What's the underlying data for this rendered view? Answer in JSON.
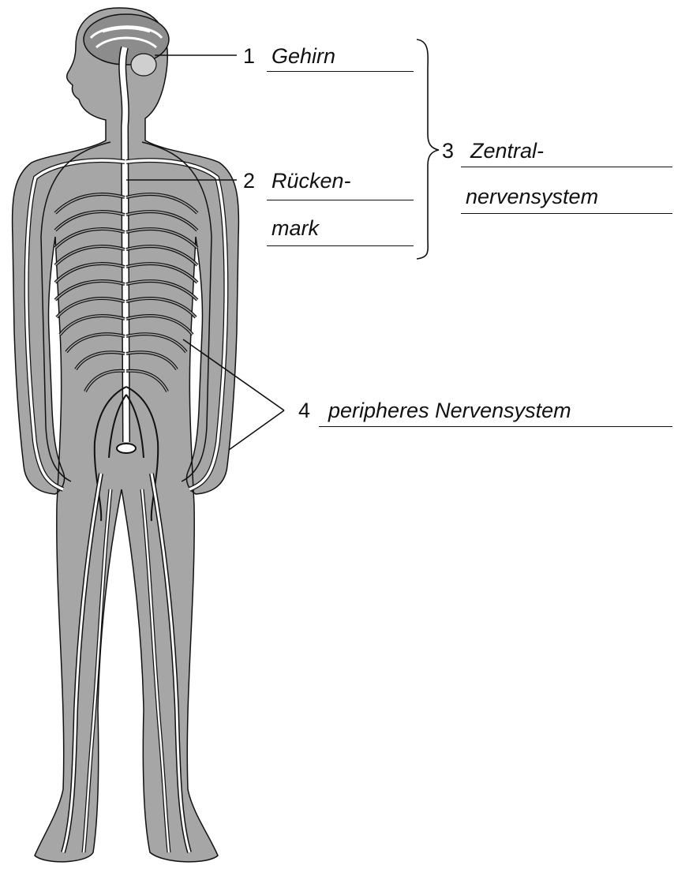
{
  "labels": {
    "l1": {
      "number": "1",
      "answer": "Gehirn"
    },
    "l2": {
      "number": "2",
      "answer_line1": "Rücken-",
      "answer_line2": "mark"
    },
    "l3": {
      "number": "3",
      "answer_line1": "Zentral-",
      "answer_line2": "nervensystem"
    },
    "l4": {
      "number": "4",
      "answer": "peripheres Nervensystem"
    }
  },
  "colors": {
    "body_fill": "#a6a6a6",
    "outline": "#111111",
    "nerve": "#ffffff",
    "background": "#ffffff"
  }
}
